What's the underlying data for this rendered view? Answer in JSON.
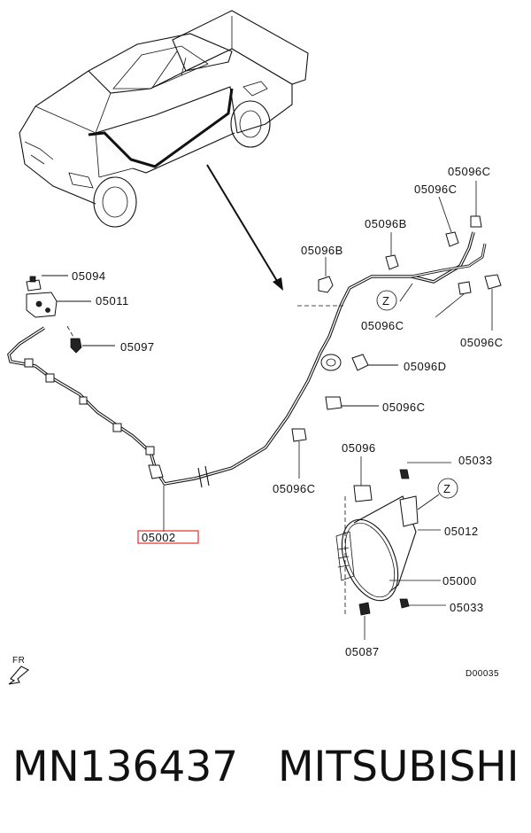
{
  "diagram": {
    "labels": {
      "l05094": "05094",
      "l05011": "05011",
      "l05097": "05097",
      "l05002": "05002",
      "l05096B_left": "05096B",
      "l05096B_top": "05096B",
      "l05096C_top1": "05096C",
      "l05096C_top2": "05096C",
      "l05096C_mid": "05096C",
      "l05096C_right": "05096C",
      "l05096D": "05096D",
      "l05096C_lower": "05096C",
      "l05096C_clip": "05096C",
      "l05096": "05096",
      "l05033_top": "05033",
      "l05012": "05012",
      "l05000": "05000",
      "l05033_bottom": "05033",
      "l05087": "05087",
      "zoneZ_1": "Z",
      "zoneZ_2": "Z",
      "fr": "FR",
      "drawing_id": "D00035"
    },
    "highlight_color": "#e03030"
  },
  "footer": {
    "part_number": "MN136437",
    "brand": "MITSUBISHI"
  }
}
